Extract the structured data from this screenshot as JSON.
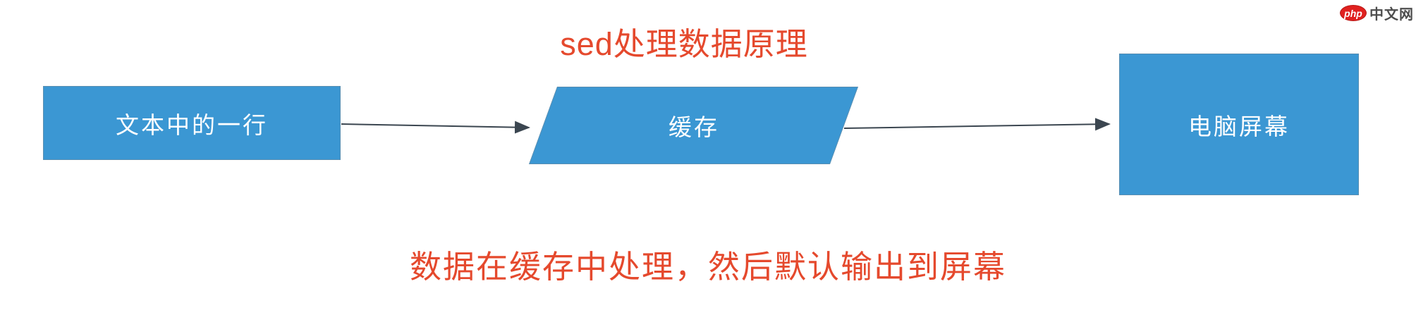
{
  "page": {
    "background": "#ffffff"
  },
  "title": {
    "text": "sed处理数据原理",
    "color": "#e5492d"
  },
  "caption": {
    "text": "数据在缓存中处理，然后默认输出到屏幕",
    "color": "#e5492d"
  },
  "flowchart": {
    "node_fill": "#3b97d3",
    "node_text_color": "#ffffff",
    "arrow_color": "#3b4650",
    "nodes": [
      {
        "id": "text-line",
        "label": "文本中的一行",
        "shape": "rectangle"
      },
      {
        "id": "buffer",
        "label": "缓存",
        "shape": "parallelogram"
      },
      {
        "id": "screen",
        "label": "电脑屏幕",
        "shape": "rectangle"
      }
    ],
    "connectors": [
      {
        "from": "text-line",
        "to": "buffer",
        "style": "arrow"
      },
      {
        "from": "buffer",
        "to": "screen",
        "style": "arrow"
      }
    ]
  },
  "logo": {
    "badge_text": "php",
    "site_text": "中文网",
    "badge_color": "#e0211f",
    "text_color": "#4d4d4d"
  }
}
